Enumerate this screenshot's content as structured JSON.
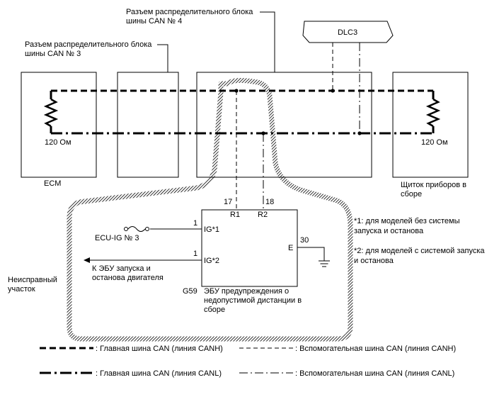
{
  "labels": {
    "j4_line1": "Разъем распределительного блока",
    "j4_line2": "шины CAN № 4",
    "j3_line1": "Разъем распределительного блока",
    "j3_line2": "шины CAN № 3",
    "dlc3": "DLC3",
    "ecm_res": "120 Ом",
    "cluster_res": "120 Ом",
    "ecm": "ECM",
    "cluster_line1": "Щиток приборов в",
    "cluster_line2": "сборе",
    "pin17": "17",
    "pin18": "18",
    "r1": "R1",
    "r2": "R2",
    "pin1a": "1",
    "pin1b": "1",
    "ig1": "IG*1",
    "ig2": "IG*2",
    "pin30": "30",
    "e": "E",
    "ecu_ig": "ECU-IG № 3",
    "arrow_line1": "К ЭБУ запуска и",
    "arrow_line2": "останова двигателя",
    "faulty_line1": "Неисправный",
    "faulty_line2": "участок",
    "g59": "G59",
    "unit_line1": "ЭБУ предупреждения о",
    "unit_line2": "недопустимой дистанции в",
    "unit_line3": "сборе",
    "note1_line1": "*1: для моделей без системы",
    "note1_line2": "запуска и останова",
    "note2_line1": "*2: для моделей с системой запуска",
    "note2_line2": "и останова"
  },
  "legend": {
    "main_canh": ": Главная шина CAN (линия CANH)",
    "sub_canh": ": Вспомогательная шина CAN (линия CANH)",
    "main_canl": ": Главная шина CAN (линия CANL)",
    "sub_canl": ": Вспомогательная шина CAN (линия CANL)"
  }
}
